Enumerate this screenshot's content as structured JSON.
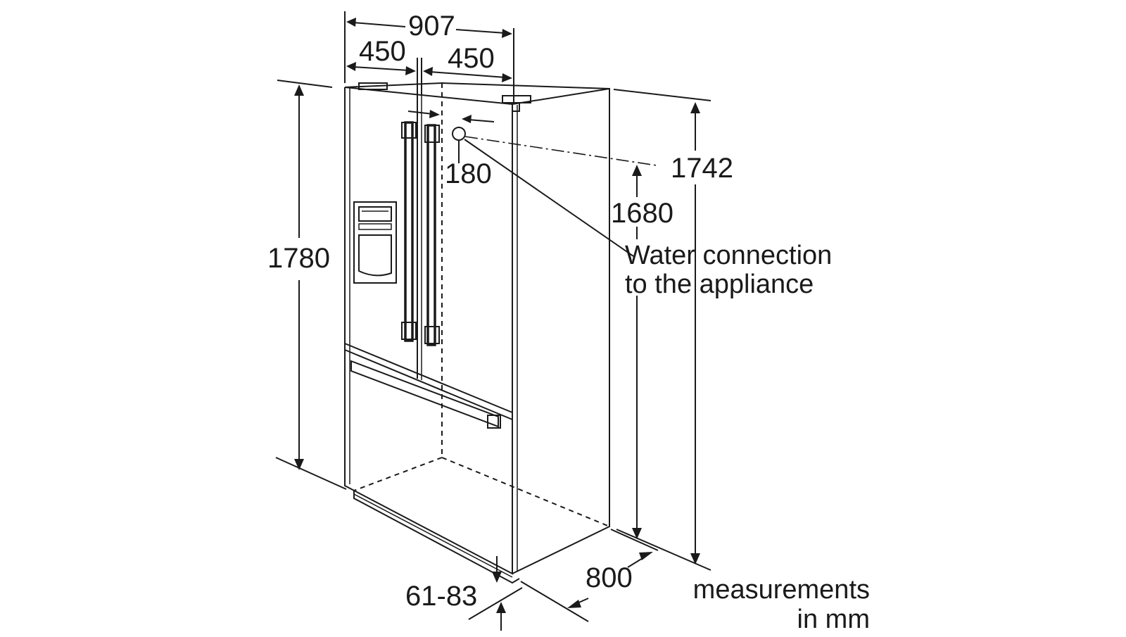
{
  "dimensions": {
    "overall_width": "907",
    "left_door_width": "450",
    "right_door_width": "450",
    "total_height": "1780",
    "body_height": "1742",
    "water_connection_height": "1680",
    "water_connection_offset": "180",
    "depth": "800",
    "foot_height": "61-83"
  },
  "labels": {
    "water_connection_line1": "Water connection",
    "water_connection_line2": "to the appliance",
    "units_line1": "measurements",
    "units_line2": "in mm"
  },
  "colors": {
    "line": "#1a1a1a",
    "background": "#ffffff"
  }
}
